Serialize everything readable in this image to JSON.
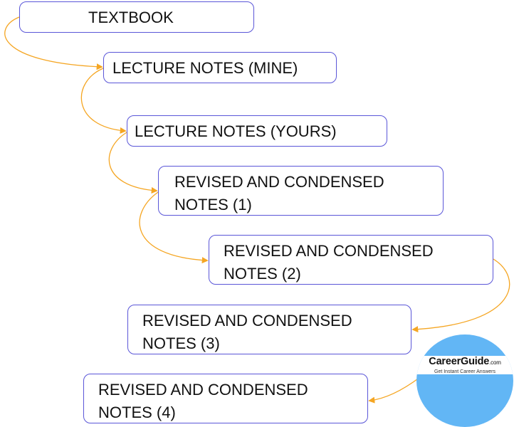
{
  "diagram": {
    "nodes": [
      {
        "id": "box-1",
        "lines": [
          "TEXTBOOK"
        ]
      },
      {
        "id": "box-2",
        "lines": [
          "LECTURE NOTES (MINE)"
        ]
      },
      {
        "id": "box-3",
        "lines": [
          "LECTURE NOTES (YOURS)"
        ]
      },
      {
        "id": "box-4",
        "lines": [
          "REVISED AND CONDENSED",
          "NOTES (1)"
        ]
      },
      {
        "id": "box-5",
        "lines": [
          "REVISED AND CONDENSED",
          "NOTES (2)"
        ]
      },
      {
        "id": "box-6",
        "lines": [
          "REVISED AND CONDENSED",
          "NOTES (3)"
        ]
      },
      {
        "id": "box-7",
        "lines": [
          "REVISED AND CONDENSED",
          "NOTES (4)"
        ]
      }
    ],
    "connector_color": "#f5a623",
    "box_border_color": "#5a56d8"
  },
  "watermark": {
    "name": "CareerGuide",
    "suffix": ".com",
    "tagline": "Get Instant Career Answers",
    "circle_color": "#62b6f5"
  }
}
